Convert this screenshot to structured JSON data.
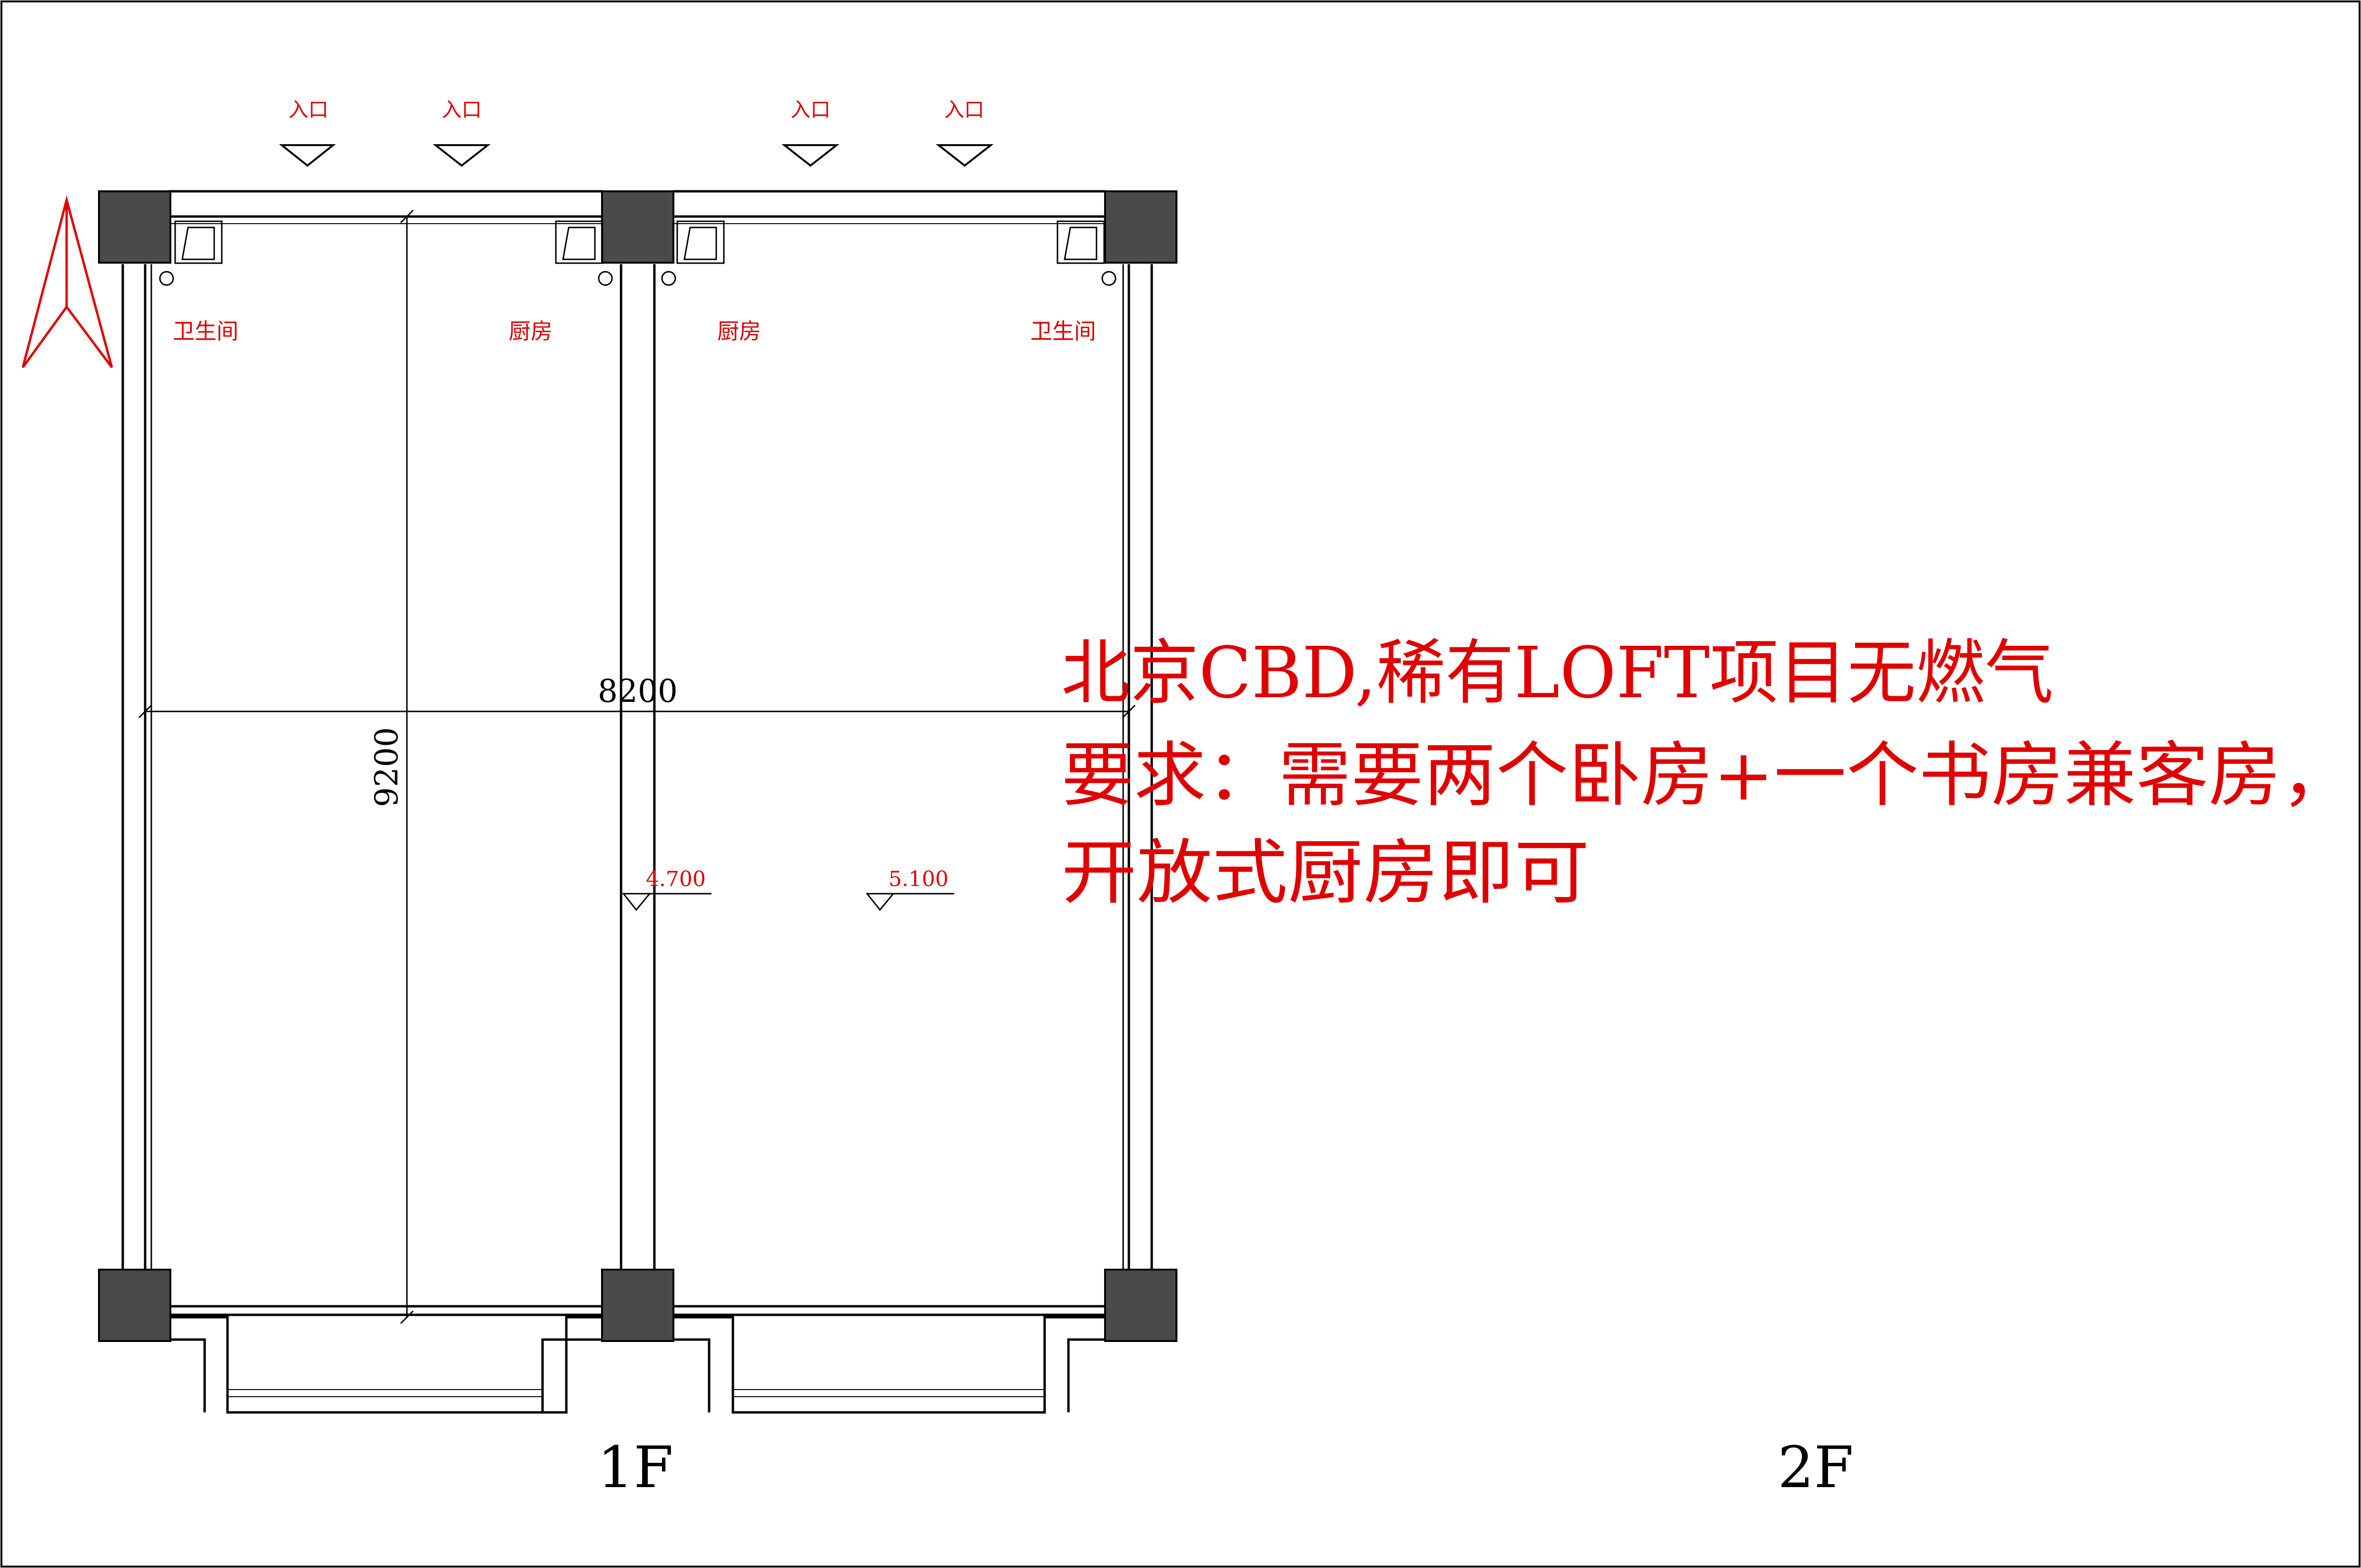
{
  "colors": {
    "annotation": "#e00000",
    "line": "#000000",
    "column": "#4a4a4a",
    "paper": "#ffffff"
  },
  "icons": {
    "north_arrow": "north-arrow-icon",
    "entrance_marker": "entrance-triangle-icon",
    "level_marker": "elevation-triangle-icon"
  },
  "entrances": [
    "入口",
    "入口",
    "入口",
    "入口"
  ],
  "rooms": {
    "bath_left": "卫生间",
    "kitchen_left": "厨房",
    "kitchen_right": "厨房",
    "bath_right": "卫生间"
  },
  "dimensions": {
    "width": "8200",
    "depth": "9200"
  },
  "elevations": {
    "lower": "4.700",
    "upper": "5.100"
  },
  "floors": {
    "first": "1F",
    "second": "2F"
  },
  "note": {
    "line1": "北京CBD,稀有LOFT项目无燃气",
    "line2": "要求：需要两个卧房+一个书房兼客房，",
    "line3": "开放式厨房即可"
  }
}
